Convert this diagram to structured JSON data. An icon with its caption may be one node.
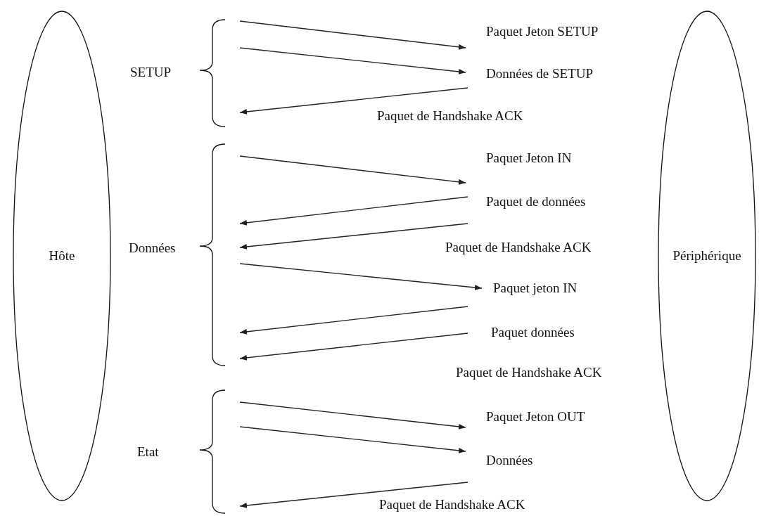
{
  "diagram": {
    "nodes": [
      {
        "text": [
          "Hôte"
        ]
      },
      {
        "text": [
          "Périphérique"
        ]
      },
      {
        "text": [
          "SETUP"
        ]
      },
      {
        "text": [
          "Données"
        ]
      },
      {
        "text": [
          "Etat"
        ]
      }
    ],
    "edges": [
      {
        "from": 2,
        "to": null,
        "arrow": "to",
        "label": "Paquet Jeton SETUP"
      },
      {
        "from": 2,
        "to": null,
        "arrow": "to",
        "label": "Données de SETUP"
      },
      {
        "from": null,
        "to": 2,
        "arrow": "to",
        "label": "Paquet de Handshake ACK"
      },
      {
        "from": 3,
        "to": null,
        "arrow": "to",
        "label": "Paquet Jeton IN"
      },
      {
        "from": null,
        "to": 3,
        "arrow": "to",
        "label": "Paquet de données"
      },
      {
        "from": null,
        "to": 3,
        "arrow": "to",
        "label": "Paquet de Handshake ACK"
      },
      {
        "from": 3,
        "to": null,
        "arrow": "to",
        "label": "Paquet jeton IN"
      },
      {
        "from": null,
        "to": 3,
        "arrow": "to",
        "label": "Paquet données"
      },
      {
        "from": null,
        "to": 3,
        "arrow": "to",
        "label": "Paquet de Handshake ACK"
      },
      {
        "from": 4,
        "to": null,
        "arrow": "to",
        "label": "Paquet Jeton OUT"
      },
      {
        "from": 4,
        "to": null,
        "arrow": "to",
        "label": "Données"
      },
      {
        "from": null,
        "to": 4,
        "arrow": "to",
        "label": "Paquet de Handshake ACK"
      }
    ]
  }
}
